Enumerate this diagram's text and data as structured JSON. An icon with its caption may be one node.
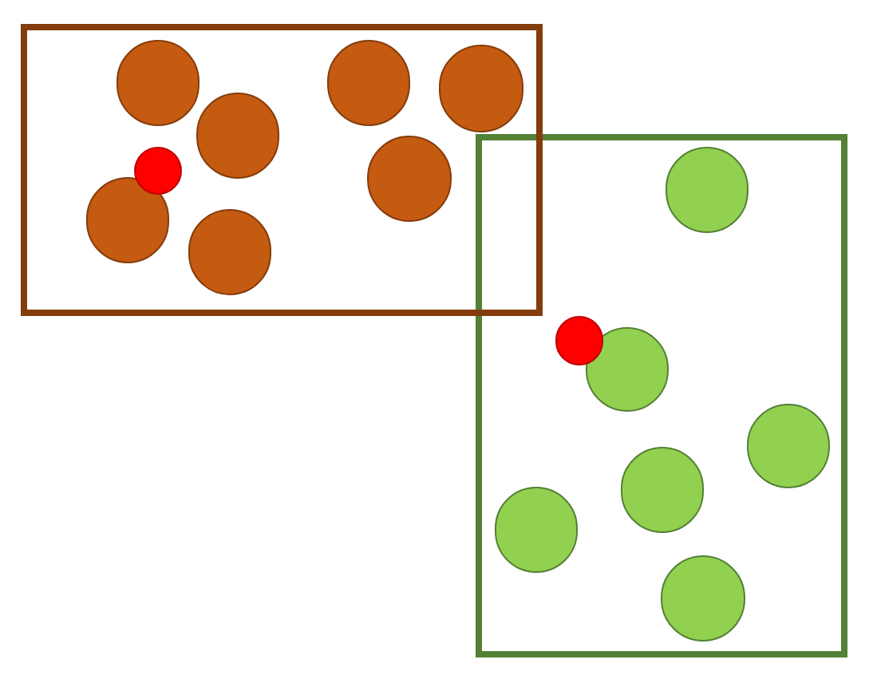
{
  "diagram": {
    "nodes": [
      {
        "text": [],
        "shape": "box"
      },
      {
        "text": [],
        "shape": "circle",
        "in": 0
      },
      {
        "text": [],
        "shape": "circle",
        "in": 0
      },
      {
        "text": [],
        "shape": "circle",
        "in": 0
      },
      {
        "text": [],
        "shape": "circle",
        "in": 0
      },
      {
        "text": [],
        "shape": "circle",
        "in": 0
      },
      {
        "text": [],
        "shape": "circle",
        "in": 0
      },
      {
        "text": [],
        "shape": "circle",
        "in": 0
      },
      {
        "text": [],
        "shape": "circle",
        "in": 0
      },
      {
        "text": [],
        "shape": "box"
      },
      {
        "text": [],
        "shape": "circle",
        "in": 9
      },
      {
        "text": [],
        "shape": "circle",
        "in": 9
      },
      {
        "text": [],
        "shape": "circle",
        "in": 9
      },
      {
        "text": [],
        "shape": "circle",
        "in": 9
      },
      {
        "text": [],
        "shape": "circle",
        "in": 9
      },
      {
        "text": [],
        "shape": "circle",
        "in": 9
      },
      {
        "text": [],
        "shape": "circle",
        "in": 9
      }
    ]
  }
}
